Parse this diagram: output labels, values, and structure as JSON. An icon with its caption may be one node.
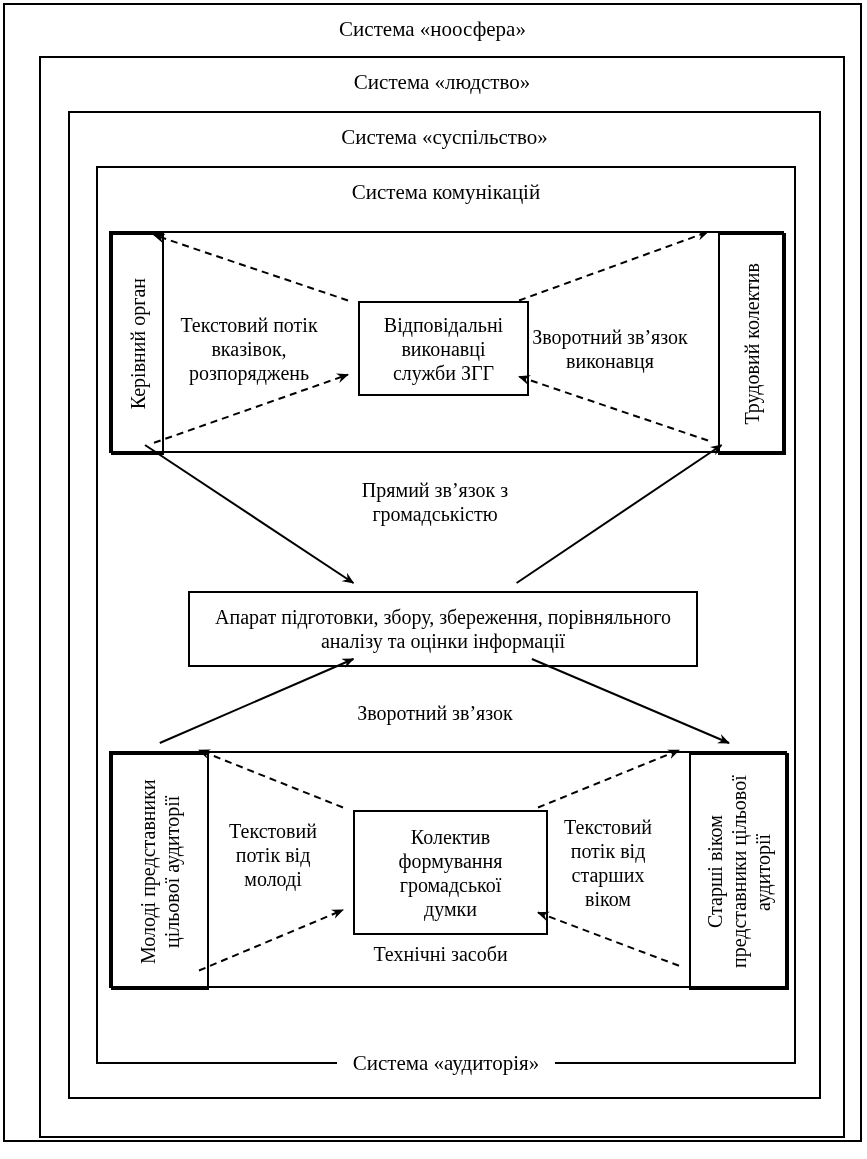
{
  "diagram": {
    "nodes": [
      {
        "text": [
          "Система «ноосфера»"
        ]
      },
      {
        "text": [
          "Система «людство»"
        ],
        "in": 0
      },
      {
        "text": [
          "Система «суспільство»"
        ],
        "in": 1
      },
      {
        "text": [
          "Система комунікацій",
          "Система «аудиторія»"
        ],
        "in": 2
      },
      {
        "text": [],
        "shape": "box",
        "in": 3
      },
      {
        "text": [
          "Керівний орган"
        ],
        "in": 4
      },
      {
        "text": [
          "Трудовий колектив"
        ],
        "in": 4
      },
      {
        "text": [
          "Відповідальні виконавці служби ЗГГ"
        ],
        "in": 4
      },
      {
        "text": [
          "Апарат підготовки, збору, збереження, порівняльного аналізу та оцінки інформації"
        ],
        "in": 3
      },
      {
        "text": [],
        "shape": "box",
        "in": 3
      },
      {
        "text": [
          "Молоді представники цільової аудиторії"
        ],
        "in": 9
      },
      {
        "text": [
          "Старші віком представники цільової аудиторії"
        ],
        "in": 9
      },
      {
        "text": [
          "Колектив формування громадської думки"
        ],
        "in": 9
      }
    ],
    "edges": [
      {
        "from": 7,
        "to": 5,
        "arrow": "to",
        "style": "dashed"
      },
      {
        "from": 5,
        "to": 7,
        "arrow": "to",
        "style": "dashed"
      },
      {
        "from": 7,
        "to": 6,
        "arrow": "to",
        "style": "dashed"
      },
      {
        "from": 6,
        "to": 7,
        "arrow": "to",
        "style": "dashed"
      },
      {
        "from": 5,
        "to": 8,
        "arrow": "to"
      },
      {
        "from": 8,
        "to": 6,
        "arrow": "to"
      },
      {
        "from": 10,
        "to": 8,
        "arrow": "to"
      },
      {
        "from": 8,
        "to": 11,
        "arrow": "to"
      },
      {
        "from": 12,
        "to": 10,
        "arrow": "to",
        "style": "dashed"
      },
      {
        "from": 10,
        "to": 12,
        "arrow": "to",
        "style": "dashed"
      },
      {
        "from": 12,
        "to": 11,
        "arrow": "to",
        "style": "dashed"
      },
      {
        "from": 11,
        "to": 12,
        "arrow": "to",
        "style": "dashed"
      }
    ],
    "labels": [
      "Текстовий потік вказівок, розпоряджень",
      "Зворотний зв’язок виконавця",
      "Прямий зв’язок з громадськістю",
      "Зворотний зв’язок",
      "Текстовий потік від молоді",
      "Текстовий потік від старших віком",
      "Технічні засоби"
    ]
  }
}
